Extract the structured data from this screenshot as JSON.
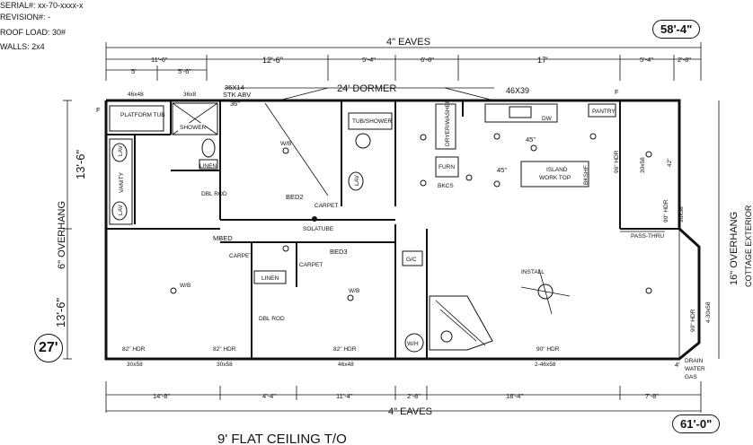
{
  "header_notes": [
    "SERIAL#: xx-70-xxxx-x",
    "REVISION#: -",
    "ROOF LOAD: 30#",
    "WALLS: 2x4"
  ],
  "overall": {
    "length": "58'-4\"",
    "length_alt": "61'-0\"",
    "width": "27'"
  },
  "eaves": {
    "top": "4\" EAVES",
    "bottom": "4\" EAVES"
  },
  "top_dims_row1": [
    "12'-6\"",
    "5'-4\"",
    "6'-8\"",
    "17'",
    "5'-4\"",
    "2'-8\""
  ],
  "top_dims_row2": [
    "11'-6\"",
    "5'",
    "5'-6\""
  ],
  "bottom_dims": [
    "14'-8\"",
    "4'-4\"",
    "11'-4\"",
    "2'-8\"",
    "18'-4\"",
    "7'-8\""
  ],
  "left_dims": {
    "upper": "13'-6\"",
    "lower": "13'-6\"",
    "overhang": "6\" OVERHANG"
  },
  "right_dims": {
    "overhang": "16\" OVERHANG",
    "exterior": "COTTAGE EXTERIOR"
  },
  "footer": "9' FLAT CEILING T/O",
  "labels": {
    "dormer": "24' DORMER",
    "window_46x48": "46x48",
    "window_36x8": "36x8",
    "window_36x14": "36X14",
    "stk_abv": "STK ABV",
    "dim_36": "36\"",
    "window_46x39": "46X39",
    "platform_tub": "PLATFORM TUB",
    "shower": "SHOWER",
    "tub_shower": "TUB/SHOWER",
    "vanity": "VANITY",
    "lav": "LAV",
    "linen": "LINEN",
    "dbl_rod": "DBL ROD",
    "bed2": "BED2",
    "bed3": "BED3",
    "mbed": "MBED",
    "carpet": "CARPET",
    "solatube": "SOLATUBE",
    "wb": "W/B",
    "furn": "FURN",
    "bkcs": "BKCS",
    "dryer_washer": "DRYER/WASHER",
    "dw": "DW",
    "pantry": "PANTRY",
    "deg45": "45\"",
    "island": "ISLAND",
    "work_top": "WORK TOP",
    "bkshf": "BKSHF",
    "gc": "G/C",
    "wh": "W/H",
    "install": "INSTALL",
    "pass_thru": "PASS-THRU",
    "drain": "DRAIN",
    "water": "WATER",
    "gas": "GAS",
    "f": "F",
    "hdr96": "96\" HDR",
    "hdr90": "90\" HDR",
    "hdr82": "82\" HDR",
    "w30x58": "30x58",
    "w4_30x58": "4-30x58",
    "w2_46x58": "2-46x58",
    "dim_42": "42\"",
    "dim_4": "4'"
  }
}
